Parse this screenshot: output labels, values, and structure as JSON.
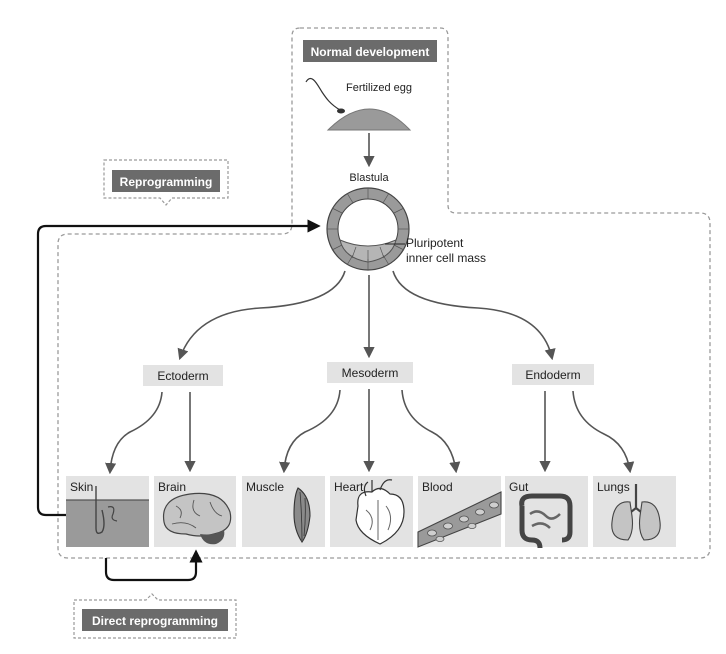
{
  "labels": {
    "normal_development": "Normal development",
    "fertilized_egg": "Fertilized egg",
    "blastula": "Blastula",
    "inner_cell_mass_line1": "Pluripotent",
    "inner_cell_mass_line2": "inner cell mass",
    "reprogramming": "Reprogramming",
    "direct_reprogramming": "Direct reprogramming"
  },
  "germ_layers": {
    "ectoderm": "Ectoderm",
    "mesoderm": "Mesoderm",
    "endoderm": "Endoderm"
  },
  "tissues": [
    "Skin",
    "Brain",
    "Muscle",
    "Heart",
    "Blood",
    "Gut",
    "Lungs"
  ],
  "colors": {
    "dark_box": "#6b6b6b",
    "light_box": "#e3e3e3",
    "arrow_gray": "#555555",
    "arrow_black": "#111111",
    "dashed": "#9a9a9a"
  }
}
